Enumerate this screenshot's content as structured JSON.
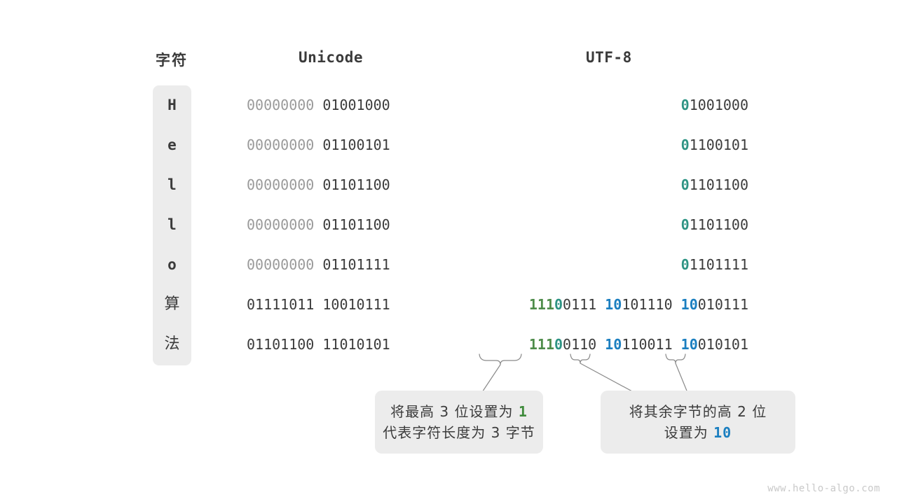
{
  "headers": {
    "char": "字符",
    "unicode": "Unicode",
    "utf8": "UTF-8"
  },
  "colors": {
    "text_dark": "#3b3b3b",
    "text_dim": "#9a9a9a",
    "green": "#4e8c4a",
    "teal": "#2e9484",
    "blue": "#1b7fc0",
    "panel_bg": "#ececec",
    "watermark": "#c9c9c9",
    "leader_line": "#8a8a8a"
  },
  "rows": [
    {
      "char": "H",
      "is_cjk": false,
      "unicode": [
        {
          "text": "00000000 ",
          "style": "dim"
        },
        {
          "text": "01001000",
          "style": "dark"
        }
      ],
      "utf8": [
        {
          "text": "0",
          "style": "teal"
        },
        {
          "text": "1001000",
          "style": "dark"
        }
      ]
    },
    {
      "char": "e",
      "is_cjk": false,
      "unicode": [
        {
          "text": "00000000 ",
          "style": "dim"
        },
        {
          "text": "01100101",
          "style": "dark"
        }
      ],
      "utf8": [
        {
          "text": "0",
          "style": "teal"
        },
        {
          "text": "1100101",
          "style": "dark"
        }
      ]
    },
    {
      "char": "l",
      "is_cjk": false,
      "unicode": [
        {
          "text": "00000000 ",
          "style": "dim"
        },
        {
          "text": "01101100",
          "style": "dark"
        }
      ],
      "utf8": [
        {
          "text": "0",
          "style": "teal"
        },
        {
          "text": "1101100",
          "style": "dark"
        }
      ]
    },
    {
      "char": "l",
      "is_cjk": false,
      "unicode": [
        {
          "text": "00000000 ",
          "style": "dim"
        },
        {
          "text": "01101100",
          "style": "dark"
        }
      ],
      "utf8": [
        {
          "text": "0",
          "style": "teal"
        },
        {
          "text": "1101100",
          "style": "dark"
        }
      ]
    },
    {
      "char": "o",
      "is_cjk": false,
      "unicode": [
        {
          "text": "00000000 ",
          "style": "dim"
        },
        {
          "text": "01101111",
          "style": "dark"
        }
      ],
      "utf8": [
        {
          "text": "0",
          "style": "teal"
        },
        {
          "text": "1101111",
          "style": "dark"
        }
      ]
    },
    {
      "char": "算",
      "is_cjk": true,
      "unicode": [
        {
          "text": "01111011 10010111",
          "style": "dark"
        }
      ],
      "utf8": [
        {
          "text": "111",
          "style": "green"
        },
        {
          "text": "0",
          "style": "teal"
        },
        {
          "text": "0111 ",
          "style": "dark"
        },
        {
          "text": "10",
          "style": "blue"
        },
        {
          "text": "101110 ",
          "style": "dark"
        },
        {
          "text": "10",
          "style": "blue"
        },
        {
          "text": "010111",
          "style": "dark"
        }
      ]
    },
    {
      "char": "法",
      "is_cjk": true,
      "unicode": [
        {
          "text": "01101100 11010101",
          "style": "dark"
        }
      ],
      "utf8": [
        {
          "text": "111",
          "style": "green"
        },
        {
          "text": "0",
          "style": "teal"
        },
        {
          "text": "0110 ",
          "style": "dark"
        },
        {
          "text": "10",
          "style": "blue"
        },
        {
          "text": "110011 ",
          "style": "dark"
        },
        {
          "text": "10",
          "style": "blue"
        },
        {
          "text": "010101",
          "style": "dark"
        }
      ]
    }
  ],
  "callouts": [
    {
      "id": "callout-1",
      "lines": [
        [
          {
            "text": "将最高 3 位设置为 ",
            "style": "plain"
          },
          {
            "text": "1",
            "style": "green"
          }
        ],
        [
          {
            "text": "代表字符长度为 3 字节",
            "style": "plain"
          }
        ]
      ]
    },
    {
      "id": "callout-2",
      "lines": [
        [
          {
            "text": "将其余字节的高 2 位",
            "style": "plain"
          }
        ],
        [
          {
            "text": "设置为 ",
            "style": "plain"
          },
          {
            "text": "10",
            "style": "blue"
          }
        ]
      ]
    }
  ],
  "watermark": "www.hello-algo.com"
}
